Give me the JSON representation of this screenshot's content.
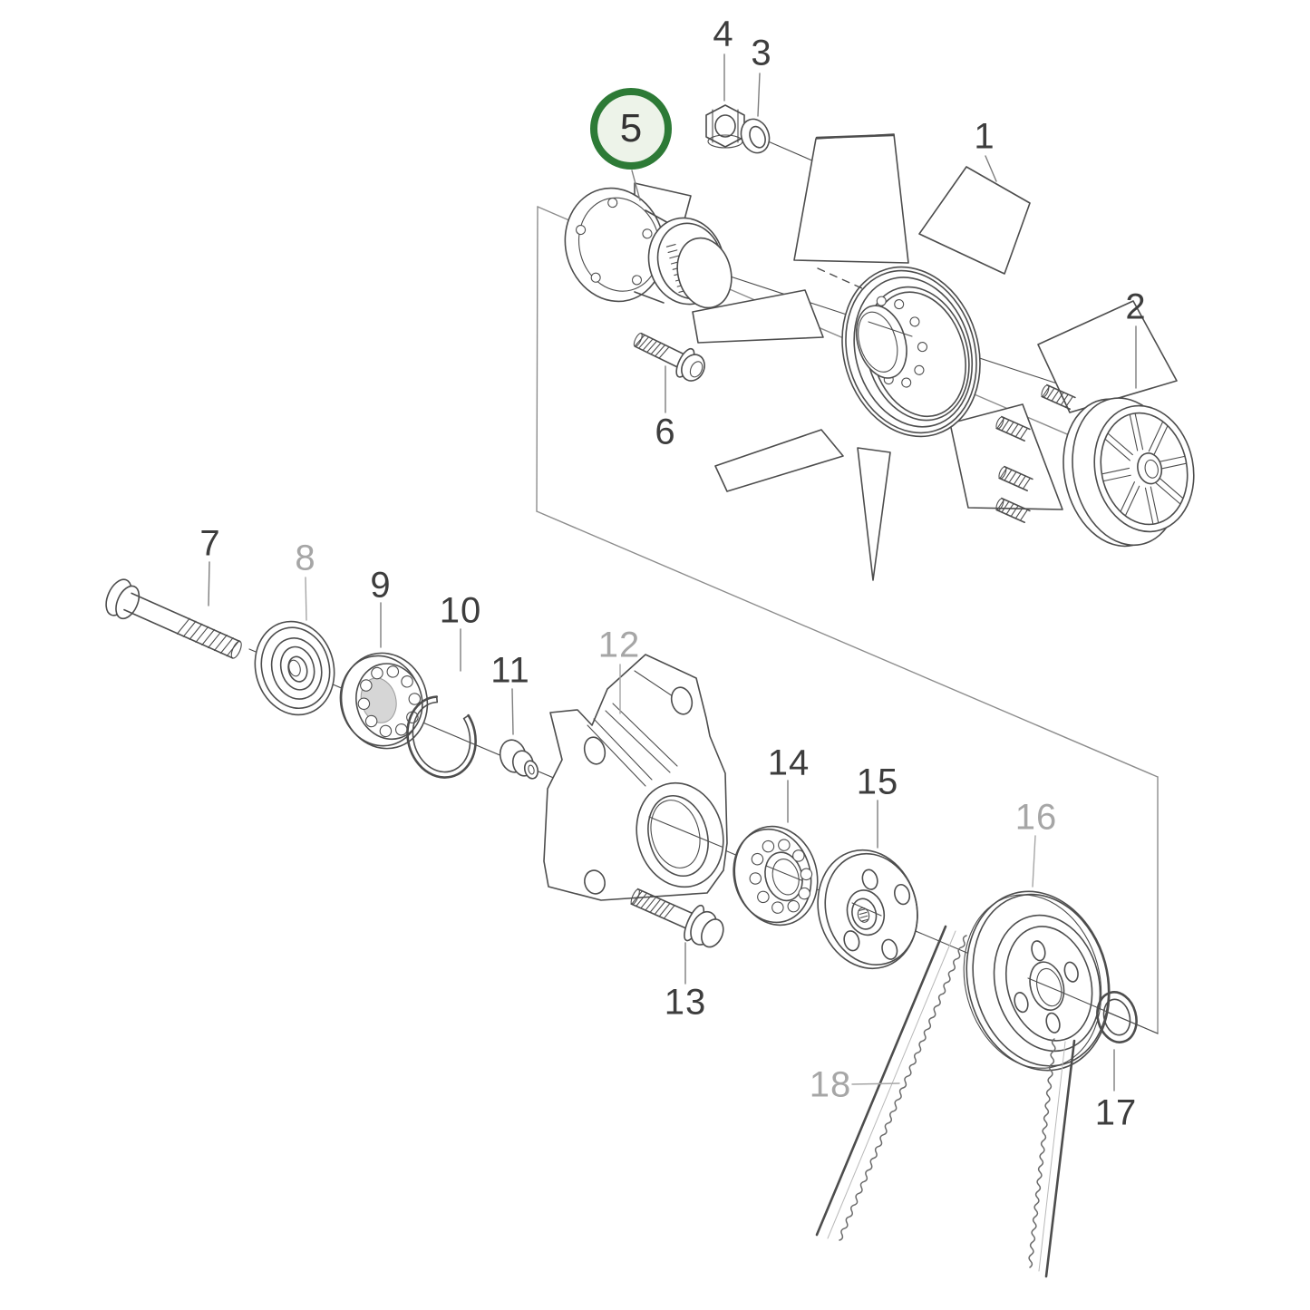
{
  "diagram": {
    "type": "exploded-parts-diagram",
    "description_visible_text_only": true,
    "highlight": {
      "part_number": "5",
      "ring_color": "#2d7a36",
      "fill_color": "#edf3e9"
    },
    "colors": {
      "line": "#4d4d4d",
      "label_black": "#3d3d3d",
      "label_gray": "#a6a6a6",
      "background": "#ffffff",
      "bearing_shade": "#d6d6d6"
    }
  },
  "parts": [
    {
      "num": "1",
      "shade": "black"
    },
    {
      "num": "2",
      "shade": "black"
    },
    {
      "num": "3",
      "shade": "black"
    },
    {
      "num": "4",
      "shade": "black"
    },
    {
      "num": "5",
      "shade": "black",
      "highlighted": true
    },
    {
      "num": "6",
      "shade": "black"
    },
    {
      "num": "7",
      "shade": "black"
    },
    {
      "num": "8",
      "shade": "gray"
    },
    {
      "num": "9",
      "shade": "black"
    },
    {
      "num": "10",
      "shade": "black"
    },
    {
      "num": "11",
      "shade": "black"
    },
    {
      "num": "12",
      "shade": "gray"
    },
    {
      "num": "13",
      "shade": "black"
    },
    {
      "num": "14",
      "shade": "black"
    },
    {
      "num": "15",
      "shade": "black"
    },
    {
      "num": "16",
      "shade": "gray"
    },
    {
      "num": "17",
      "shade": "black"
    },
    {
      "num": "18",
      "shade": "gray"
    }
  ]
}
